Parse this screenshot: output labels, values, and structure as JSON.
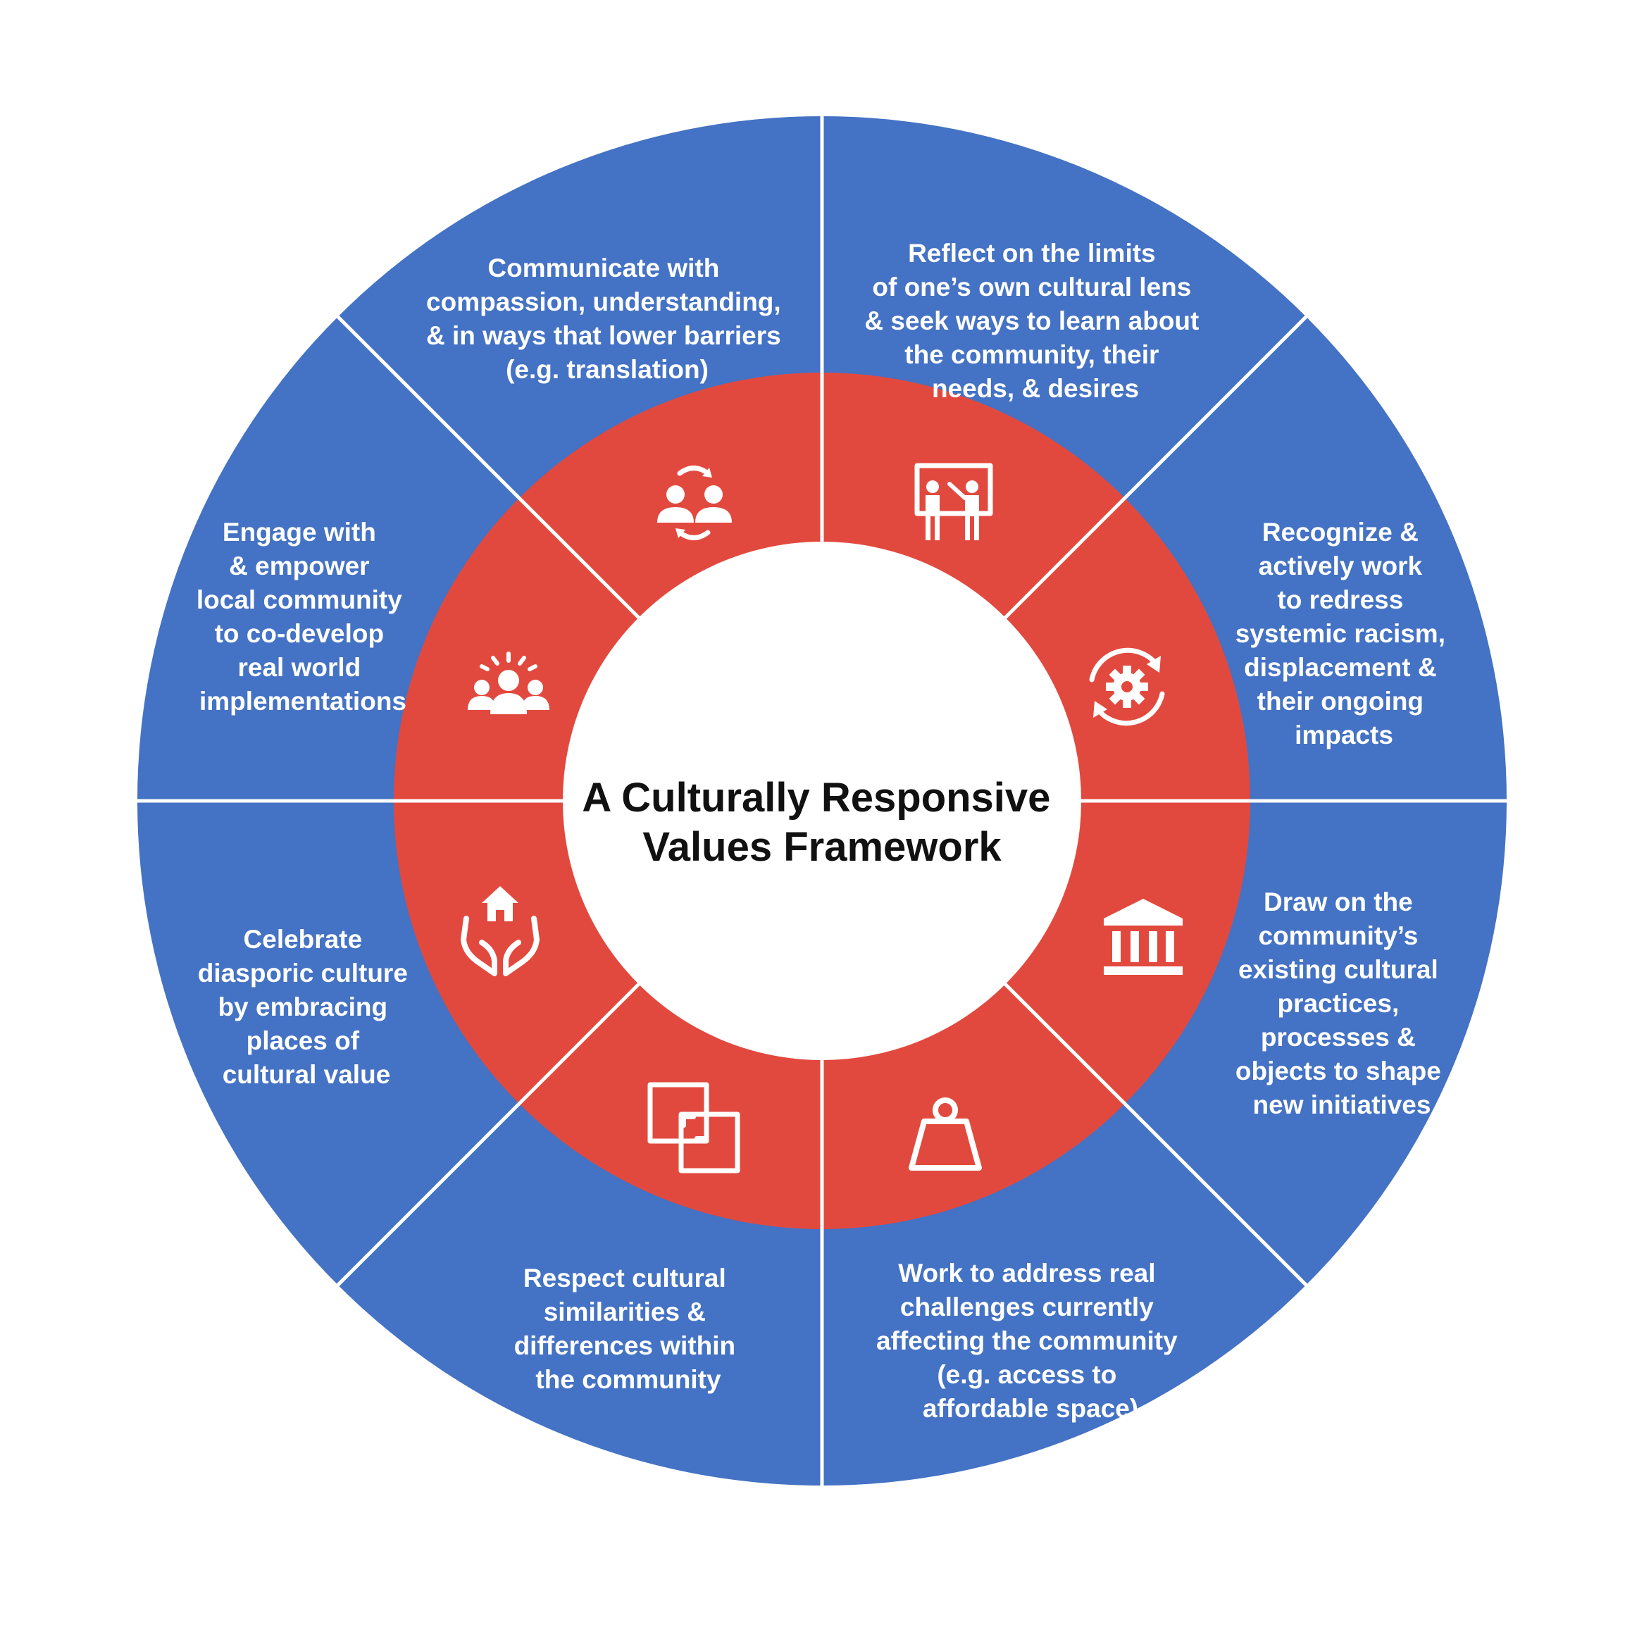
{
  "colors": {
    "outer_ring": "#4472C4",
    "inner_ring": "#E2493E",
    "center": "#FFFFFF",
    "divider": "#FFFFFF",
    "segment_text": "#FFFFFF",
    "title_text": "#111111"
  },
  "center": {
    "title_lines": [
      "A Culturally Responsive",
      "Values Framework"
    ]
  },
  "segments": [
    {
      "id": "communicate",
      "icon": "people-exchange-icon",
      "lines": [
        "Communicate with",
        "compassion, understanding,",
        "& in ways that lower barriers",
        "(e.g. translation)"
      ]
    },
    {
      "id": "reflect",
      "icon": "presentation-board-icon",
      "lines": [
        "Reflect on the limits",
        "of one’s own cultural lens",
        "& seek ways to learn about",
        "the community, their",
        "needs, & desires"
      ]
    },
    {
      "id": "recognize",
      "icon": "gear-cycle-icon",
      "lines": [
        "Recognize &",
        "actively work",
        "to redress",
        "systemic racism,",
        "displacement &",
        "their ongoing",
        "impacts"
      ]
    },
    {
      "id": "draw-on",
      "icon": "museum-building-icon",
      "lines": [
        "Draw on the",
        "community’s",
        "existing cultural",
        "practices,",
        "processes &",
        "objects to shape",
        "new initiatives"
      ]
    },
    {
      "id": "work-to-address",
      "icon": "weight-icon",
      "lines": [
        "Work to address real",
        "challenges currently",
        "affecting the community",
        "(e.g. access to",
        "affordable space)"
      ]
    },
    {
      "id": "respect",
      "icon": "overlapping-squares-icon",
      "lines": [
        "Respect cultural",
        "similarities &",
        "differences within",
        "the community"
      ]
    },
    {
      "id": "celebrate",
      "icon": "hands-house-icon",
      "lines": [
        "Celebrate",
        "diasporic culture",
        "by embracing",
        "places of",
        "cultural value"
      ]
    },
    {
      "id": "engage",
      "icon": "community-group-icon",
      "lines": [
        "Engage with",
        "& empower",
        "local community",
        "to co-develop",
        "real world",
        "implementations"
      ]
    }
  ]
}
